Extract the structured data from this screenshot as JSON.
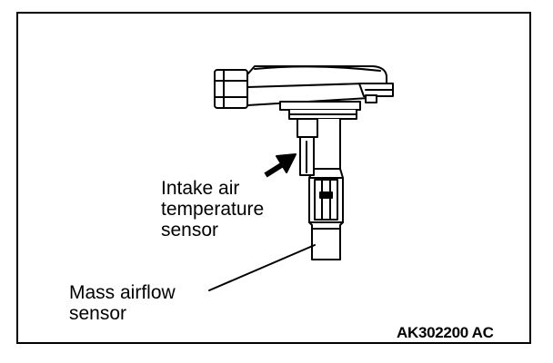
{
  "diagram": {
    "labels": {
      "intake_air_temp_line1": "Intake air",
      "intake_air_temp_line2": "temperature",
      "intake_air_temp_line3": "sensor",
      "maf_line1": "Mass airflow",
      "maf_line2": "sensor"
    },
    "figure_code": "AK302200 AC",
    "colors": {
      "line": "#000000",
      "fill": "#ffffff"
    }
  }
}
